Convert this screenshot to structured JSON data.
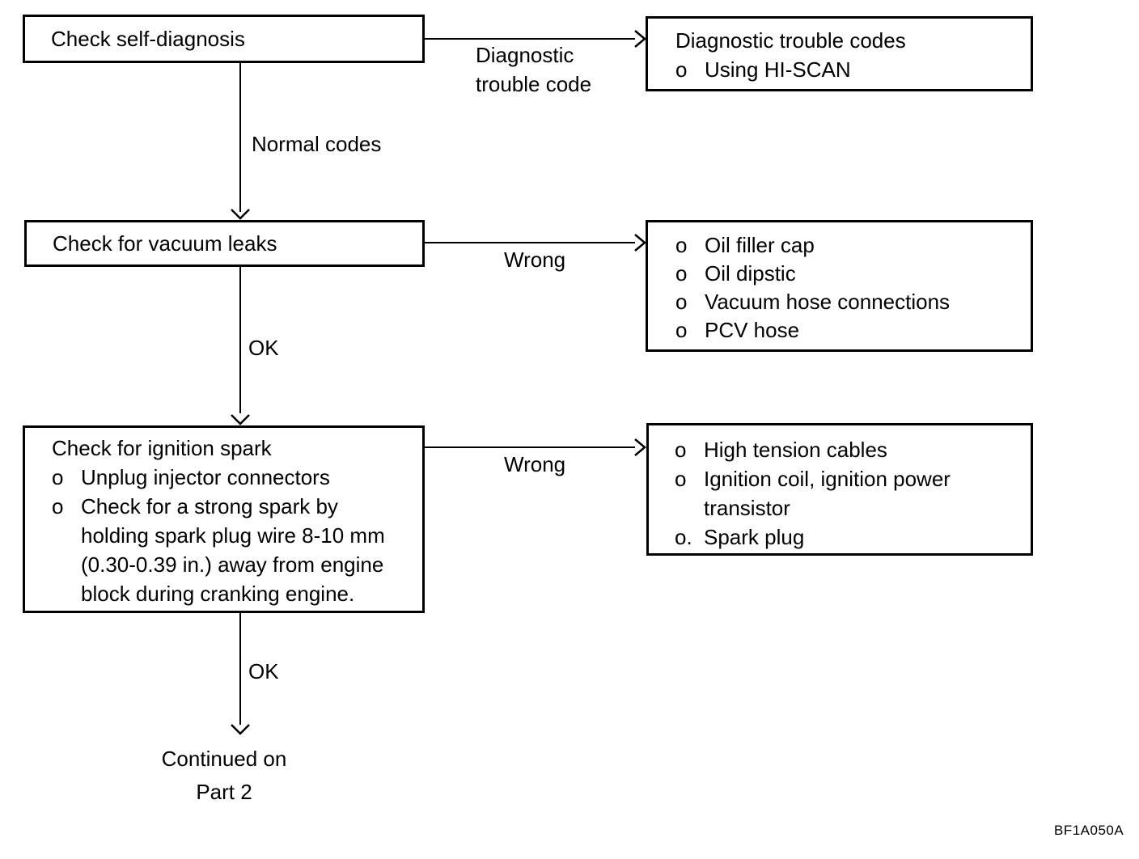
{
  "page": {
    "background_color": "#ffffff",
    "ink_color": "#000000",
    "figure_code": "BF1A050A"
  },
  "flow": {
    "bullet": "o",
    "bullet_dotted": "o.",
    "nodes": {
      "self_diagnosis": {
        "title": "Check self-diagnosis"
      },
      "trouble_codes": {
        "title": "Diagnostic trouble codes",
        "items": [
          "Using HI-SCAN"
        ]
      },
      "vacuum_leaks": {
        "title": "Check for vacuum leaks"
      },
      "vacuum_causes": {
        "items": [
          "Oil filler cap",
          "Oil dipstic",
          "Vacuum hose connections",
          "PCV hose"
        ]
      },
      "ignition_spark": {
        "title": "Check for ignition spark",
        "items": [
          "Unplug injector connectors",
          "Check for a strong spark by holding spark plug wire 8-10 mm (0.30-0.39 in.) away from engine block during cranking engine."
        ]
      },
      "spark_causes": {
        "items": [
          "High tension cables",
          "Ignition coil, ignition power transistor",
          "Spark plug"
        ]
      }
    },
    "edge_labels": {
      "diagnostic_line1": "Diagnostic",
      "diagnostic_line2": "trouble code",
      "normal_codes": "Normal codes",
      "wrong1": "Wrong",
      "ok1": "OK",
      "wrong2": "Wrong",
      "ok2": "OK"
    },
    "terminal": {
      "line1": "Continued on",
      "line2": "Part 2"
    }
  }
}
